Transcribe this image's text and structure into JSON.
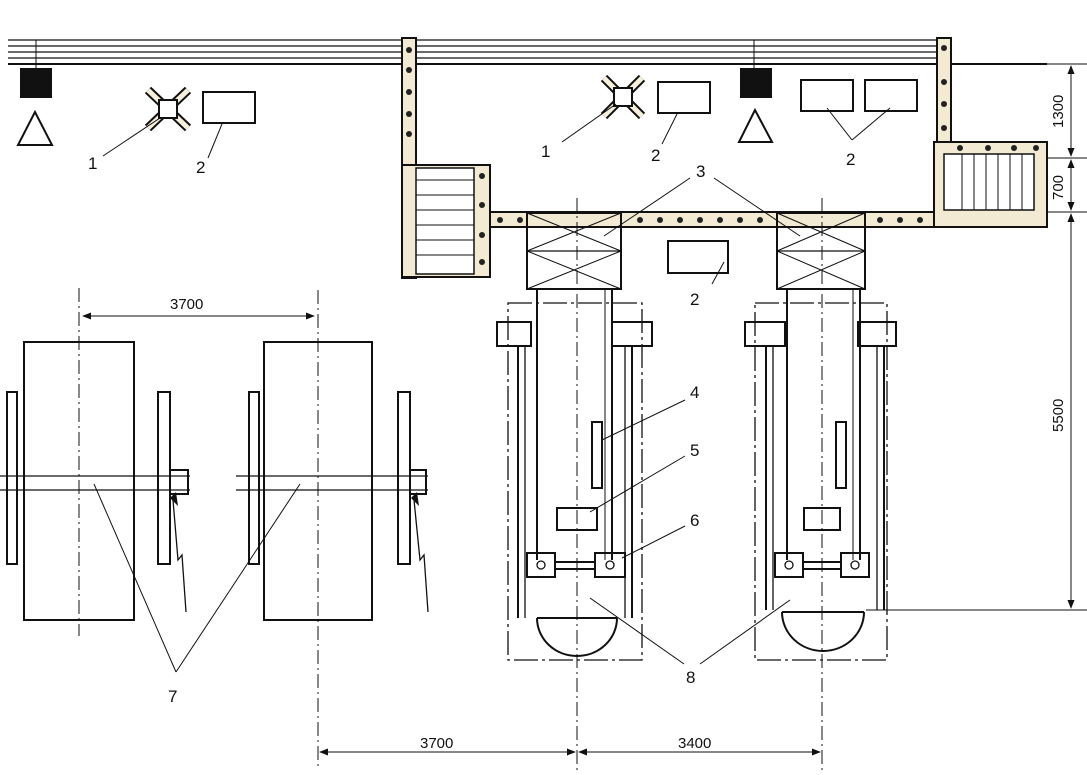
{
  "diagram": {
    "callouts": {
      "c1a": "1",
      "c2a": "2",
      "c1b": "1",
      "c2b": "2",
      "c2c": "2",
      "c3": "3",
      "c2d": "2",
      "c4": "4",
      "c5": "5",
      "c6": "6",
      "c7": "7",
      "c8": "8"
    },
    "dimensions": {
      "d1300": "1300",
      "d700": "700",
      "d5500": "5500",
      "d3700_top": "3700",
      "d3700_bottom": "3700",
      "d3400": "3400"
    }
  }
}
